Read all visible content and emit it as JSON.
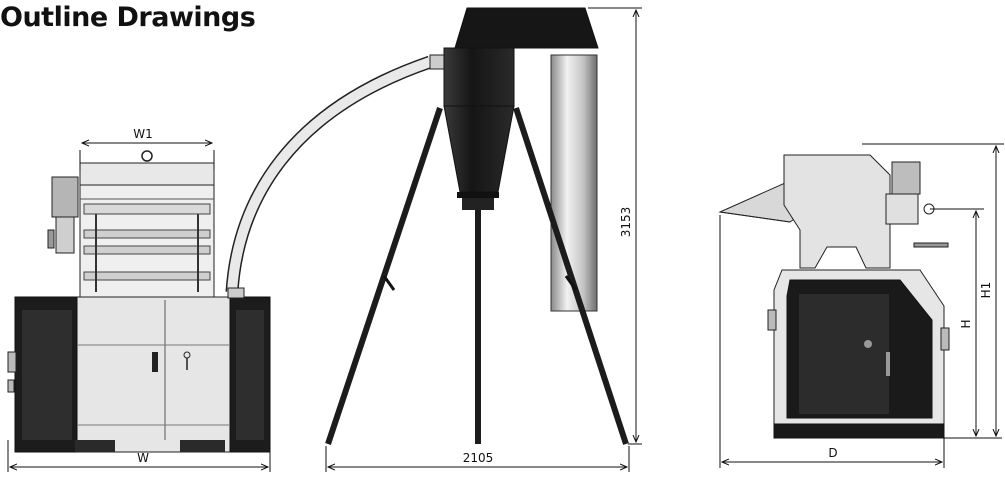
{
  "title": "Outline Drawings",
  "dimensions": {
    "w1": "W1",
    "w": "W",
    "width_total": "2105",
    "height_total": "3153",
    "d": "D",
    "h": "H",
    "h1": "H1"
  },
  "colors": {
    "ink": "#111111",
    "dark_panel": "#1e1e1e",
    "light_panel": "#e6e6e6",
    "steel": "#b8b8b8"
  }
}
